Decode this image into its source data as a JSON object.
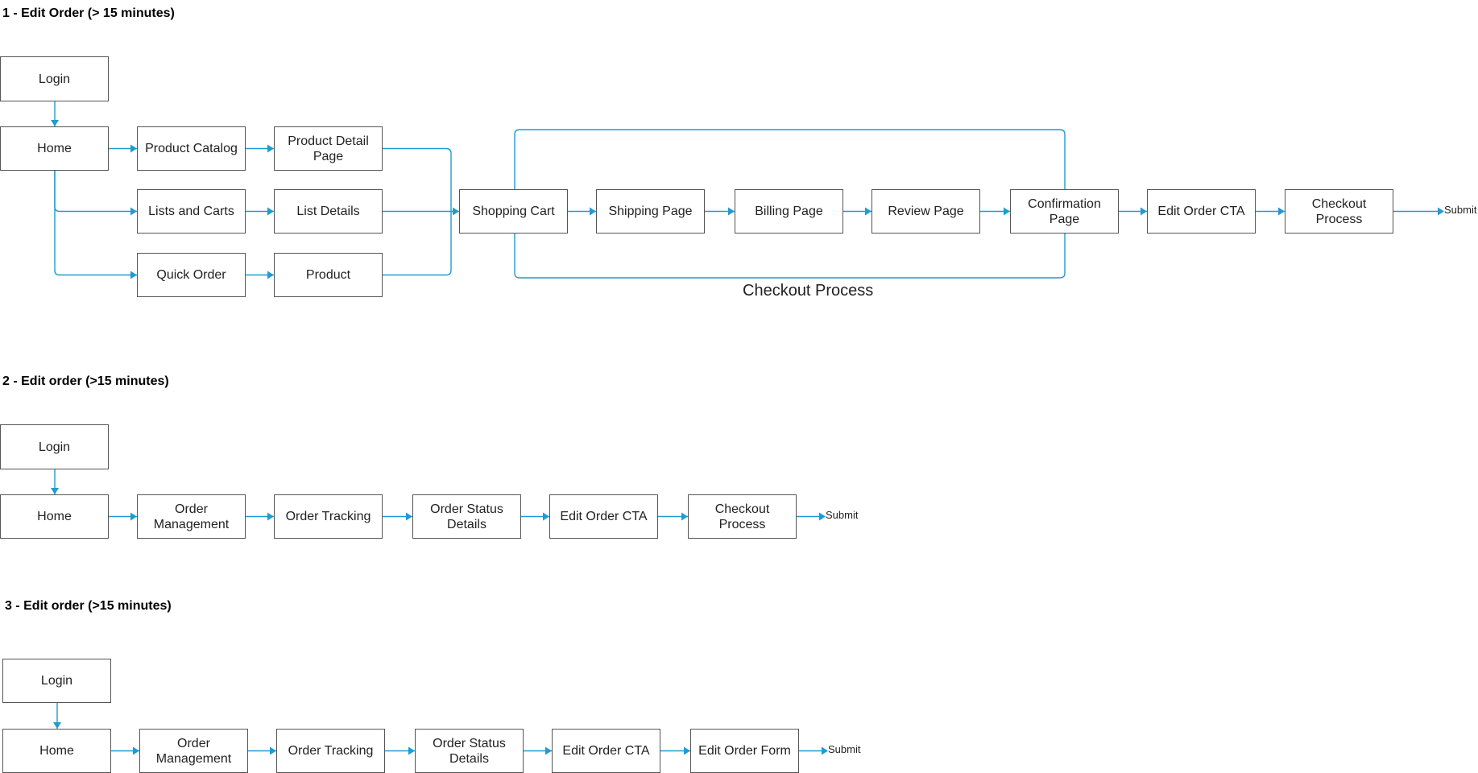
{
  "flows": [
    {
      "heading": "1 - Edit Order (> 15 minutes)",
      "nodes": {
        "login": "Login",
        "home": "Home",
        "product_catalog": "Product Catalog",
        "product_detail_page": "Product Detail\nPage",
        "lists_and_carts": "Lists and Carts",
        "list_details": "List Details",
        "quick_order": "Quick Order",
        "product": "Product",
        "shopping_cart": "Shopping Cart",
        "shipping_page": "Shipping Page",
        "billing_page": "Billing Page",
        "review_page": "Review Page",
        "confirmation_page": "Confirmation\nPage",
        "edit_order_cta": "Edit Order CTA",
        "checkout_process": "Checkout Process"
      },
      "end_label": "Submit",
      "group_label": "Checkout Process"
    },
    {
      "heading": "2 - Edit order (>15 minutes)",
      "nodes": {
        "login": "Login",
        "home": "Home",
        "order_management": "Order\nManagement",
        "order_tracking": "Order Tracking",
        "order_status_details": "Order Status\nDetails",
        "edit_order_cta": "Edit Order CTA",
        "checkout_process": "Checkout Process"
      },
      "end_label": "Submit"
    },
    {
      "heading": "3 - Edit order (>15 minutes)",
      "nodes": {
        "login": "Login",
        "home": "Home",
        "order_management": "Order\nManagement",
        "order_tracking": "Order Tracking",
        "order_status_details": "Order Status\nDetails",
        "edit_order_cta": "Edit Order CTA",
        "edit_order_form": "Edit Order Form"
      },
      "end_label": "Submit"
    }
  ],
  "colors": {
    "connector": "#1f9bd1",
    "box_border": "#555555"
  }
}
